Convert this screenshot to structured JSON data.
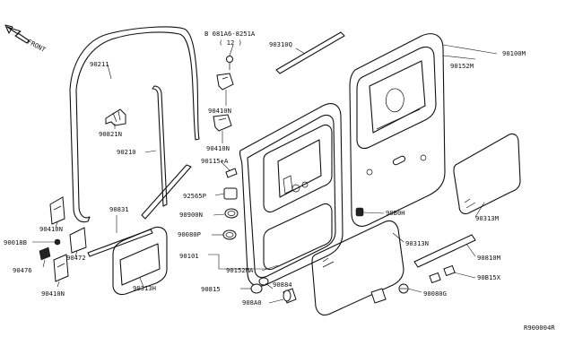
{
  "diagram": {
    "orientation_label": "FRONT",
    "reference_code": "R900004R",
    "callouts": [
      {
        "id": "c90211",
        "text": "90211"
      },
      {
        "id": "c081a6",
        "text": "B 081A6-8251A"
      },
      {
        "id": "c081a6q",
        "text": "( 12 )"
      },
      {
        "id": "c90310q",
        "text": "90310Q"
      },
      {
        "id": "c90100m",
        "text": "90100M"
      },
      {
        "id": "c90152m",
        "text": "90152M"
      },
      {
        "id": "c90821n",
        "text": "90821N"
      },
      {
        "id": "c90410n_top",
        "text": "90410N"
      },
      {
        "id": "c90410n_mid",
        "text": "90410N"
      },
      {
        "id": "c90210",
        "text": "90210"
      },
      {
        "id": "c90115a",
        "text": "90115+A"
      },
      {
        "id": "c92565p",
        "text": "92565P"
      },
      {
        "id": "c90900n",
        "text": "90900N"
      },
      {
        "id": "c90080p",
        "text": "90080P"
      },
      {
        "id": "c90101",
        "text": "90101"
      },
      {
        "id": "c90152ma",
        "text": "90152MA"
      },
      {
        "id": "c90815",
        "text": "90815"
      },
      {
        "id": "c90884",
        "text": "90884"
      },
      {
        "id": "c908a0",
        "text": "908A0"
      },
      {
        "id": "c90831",
        "text": "90831"
      },
      {
        "id": "c90313h",
        "text": "90313H"
      },
      {
        "id": "c90410n_left",
        "text": "90410N"
      },
      {
        "id": "c90018b",
        "text": "90018B"
      },
      {
        "id": "c90472",
        "text": "90472"
      },
      {
        "id": "c90476",
        "text": "90476"
      },
      {
        "id": "c90410n_bottom",
        "text": "90410N"
      },
      {
        "id": "c90b0h",
        "text": "90B0H"
      },
      {
        "id": "c90313m",
        "text": "90313M"
      },
      {
        "id": "c90313n",
        "text": "90313N"
      },
      {
        "id": "c90810m",
        "text": "90810M"
      },
      {
        "id": "c90815x",
        "text": "90B15X"
      },
      {
        "id": "c90080g",
        "text": "90080G"
      }
    ]
  }
}
